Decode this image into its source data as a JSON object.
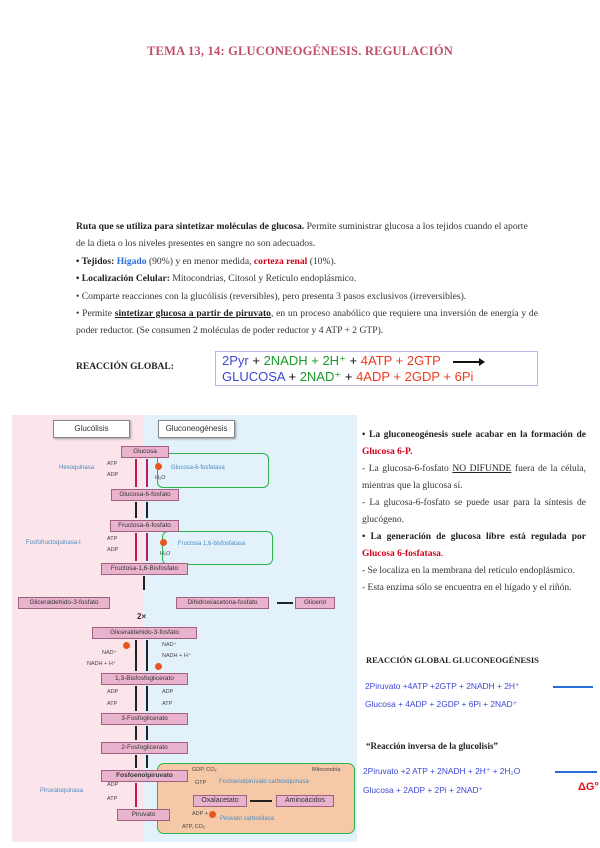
{
  "title": "TEMA 13, 14: GLUCONEOGÉNESIS. REGULACIÓN",
  "intro": {
    "l1_bold": "Ruta que se utiliza para sintetizar moléculas de glucosa.",
    "l1_rest": " Permite suministrar glucosa a los tejidos cuando el aporte de la dieta o los niveles presentes en sangre no son adecuados.",
    "tejidos_label": "• Tejidos:",
    "higado": "Hígado",
    "higado_pct": " (90%) y en menor medida, ",
    "corteza": "corteza renal",
    "corteza_pct": " (10%).",
    "loc_label": "• Localización Celular:",
    "loc_text": " Mitocondrias, Citosol y Retículo endoplásmico.",
    "comparte": "• Comparte reacciones con la glucólisis (reversibles), pero presenta 3 pasos exclusivos (irreversibles).",
    "permite_a": "• Permite ",
    "permite_ul": "sintetizar glucosa a partir de piruvato",
    "permite_b": ", en un proceso anabólico que requiere una inversión de energía y de poder reductor.  (Se consumen 2 moléculas de poder reductor y 4 ATP + 2 GTP)."
  },
  "reaccion_global": {
    "label": "REACCIÓN GLOBAL:",
    "l1": [
      "2Pyr",
      " + ",
      "2NADH + 2H⁺",
      " + ",
      "4ATP + 2GTP"
    ],
    "l2": [
      "GLUCOSA",
      " + ",
      "2NAD⁺",
      " + ",
      "4ADP + 2GDP + 6Pi"
    ]
  },
  "diagram": {
    "glucolisis": "Glucólisis",
    "gluconeogenesis": "Gluconeogénesis",
    "glucosa": "Glucosa",
    "g6p": "Glucosa-6-fosfato",
    "f6p": "Fructosa-6-fosfato",
    "f16bp": "Fructosa-1,6-Bisfosfato",
    "gap": "Gliceraldehido-3-fosfato",
    "dhap": "Dihidroxiacetona-fosfato",
    "glicerol": "Glicerol",
    "x2": "2×",
    "g3p": "Gliceraldehido-3-fosfato",
    "bpg": "1,3-Bisfosfoglicerato",
    "pg3": "3-Fosfoglicerato",
    "pg2": "2-Fosfoglicerato",
    "pep": "Fosfoenolpiruvato",
    "piruvato": "Piruvato",
    "oxal": "Oxalacetato",
    "amino": "Aminoácidos",
    "mito": "Mitocondria",
    "hexoquinasa": "Hexoquinasa",
    "g6pasa": "Glucosa-6-fosfatasa",
    "pfk": "Fosfofructoquinasa-I",
    "fbpasa": "Fructosa 1,6-bisfosfatasa",
    "piruvatoquinasa": "Piruvatoquinasa",
    "pepck": "Fosfoenolpiruvato carboxiquinasa",
    "pc": "Piruvato carboxilasa",
    "atp": "ATP",
    "adp": "ADP",
    "h2o": "H₂O",
    "nad": "NAD⁺",
    "nadh": "NADH + H⁺",
    "gdpco2": "GDP, CO₂",
    "gtp": "GTP",
    "adpp": "ADP +",
    "atpco2": "ATP, CO₂",
    "p": "P"
  },
  "right": {
    "b1": "• La gluconeogénesis suele acabar en la formación de ",
    "b1_red": "Glucosa 6-P.",
    "l2a": "- La glucosa-6-fosfato ",
    "l2u": "NO DIFUNDE",
    "l2b": " fuera de la célula, mientras que la glucosa sí.",
    "l3": "- La glucosa-6-fosfato se puede usar para la síntesis de glucógeno.",
    "b2": "• La generación de glucosa libre está regulada por ",
    "b2_red": "Glucosa 6-fosfatasa",
    ".": ".",
    "l5": "- Se localiza en la membrana del retículo endoplásmico.",
    "l6": "- Esta enzima sólo se encuentra en el hígado y el riñón.",
    "h1": "REACCIÓN GLOBAL GLUCONEOGÉNESIS",
    "r1a": "2Piruvato +4ATP +2GTP + 2NADH + 2H⁺",
    "r1b": "Glucosa + 4ADP + 2GDP + 6Pi + 2NAD⁺",
    "h2": "“Reacción inversa de la glucolisis”",
    "r2a": "2Piruvato  +2 ATP + 2NADH + 2H⁺ + 2H₂O",
    "r2b": "Glucosa + 2ADP + 2Pi + 2NAD⁺",
    "dg": "ΔG°"
  }
}
